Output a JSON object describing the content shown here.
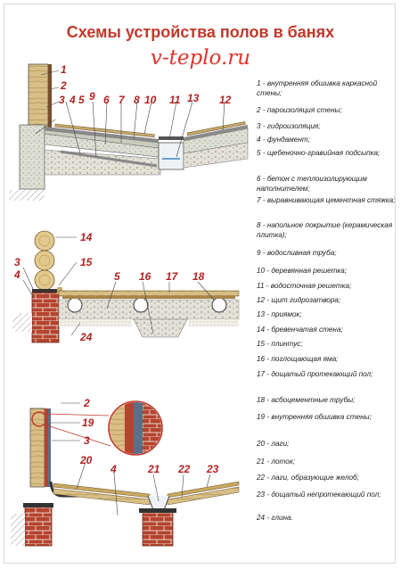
{
  "title": "Схемы устройства полов в банях",
  "site": "v-teplo.ru",
  "colors": {
    "accent": "#c0392b",
    "brick": "#b5432e",
    "wood": "#d8c08a",
    "concrete": "#d6d8c9"
  },
  "labels": {
    "d1": [
      "1",
      "2",
      "3",
      "4",
      "5",
      "9",
      "6",
      "7",
      "8",
      "10",
      "11",
      "13",
      "12"
    ],
    "d2": [
      "14",
      "3",
      "15",
      "4",
      "5",
      "16",
      "17",
      "18",
      "24"
    ],
    "d3": [
      "2",
      "19",
      "3",
      "20",
      "4",
      "21",
      "22",
      "23"
    ]
  },
  "legend": [
    "1 - внутренняя обшивка каркасной стены;",
    "2 - пароизоляция стены;",
    "3 - гидроизоляция;",
    "4 - фундамент;",
    "5 - щебеночно-гравийная подсыпка;",
    "6 - бетон с теплоизолирующим наполнителем;",
    "7 - выравнивающая цементная стяжка;",
    "8 - напольное покрытие (керамическая плитка);",
    "9 - водосливная труба;",
    "10 - деревянная решетка;",
    "11 - водосточная решетка;",
    "12 - щит гидрозатвора;",
    "13 - приямок;",
    "14 - бревенчатая стена;",
    "15 - плинтус;",
    "16 - поглощающая яма;",
    "17 - дощатый протекающий пол;",
    "18 - асбоцементные трубы;",
    "19 - внутренняя обшивка стены;",
    "20 - лаги;",
    "21 - лоток;",
    "22 - лаги, образующие желоб;",
    "23 - дощатый непротекающий пол;",
    "24 - глина."
  ]
}
